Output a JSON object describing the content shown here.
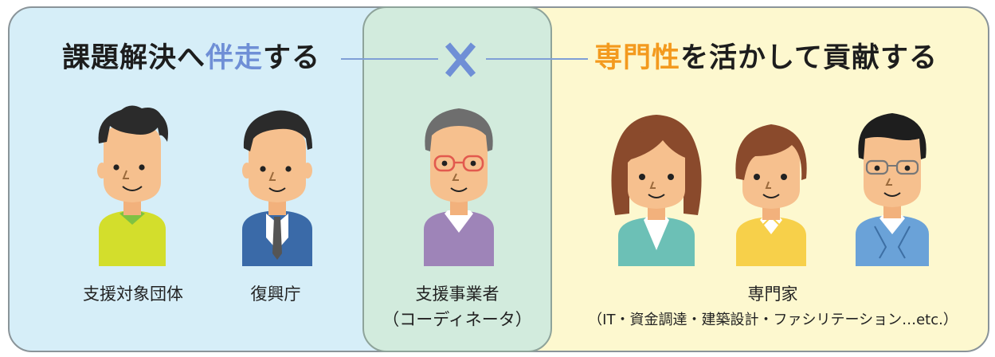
{
  "headline_left": {
    "part1": "課題解決へ",
    "highlight": "伴走",
    "part2": "する"
  },
  "headline_right": {
    "highlight": "専門性",
    "part1": "を活かして貢献する"
  },
  "captions": {
    "org": "支援対象団体",
    "agency": "復興庁",
    "coordinator_line1": "支援事業者",
    "coordinator_line2": "（コーディネータ）",
    "experts_line1": "専門家",
    "experts_line2": "（IT・資金調達・建築設計・ファシリテーション…etc.）"
  },
  "colors": {
    "left_panel": "#d6eef8",
    "middle_panel": "#d2ebdd",
    "right_panel": "#fdf8cf",
    "accent_blue": "#6f8fd6",
    "accent_orange": "#f39a1e"
  },
  "icons": [
    "cross-icon",
    "person-illustration"
  ]
}
